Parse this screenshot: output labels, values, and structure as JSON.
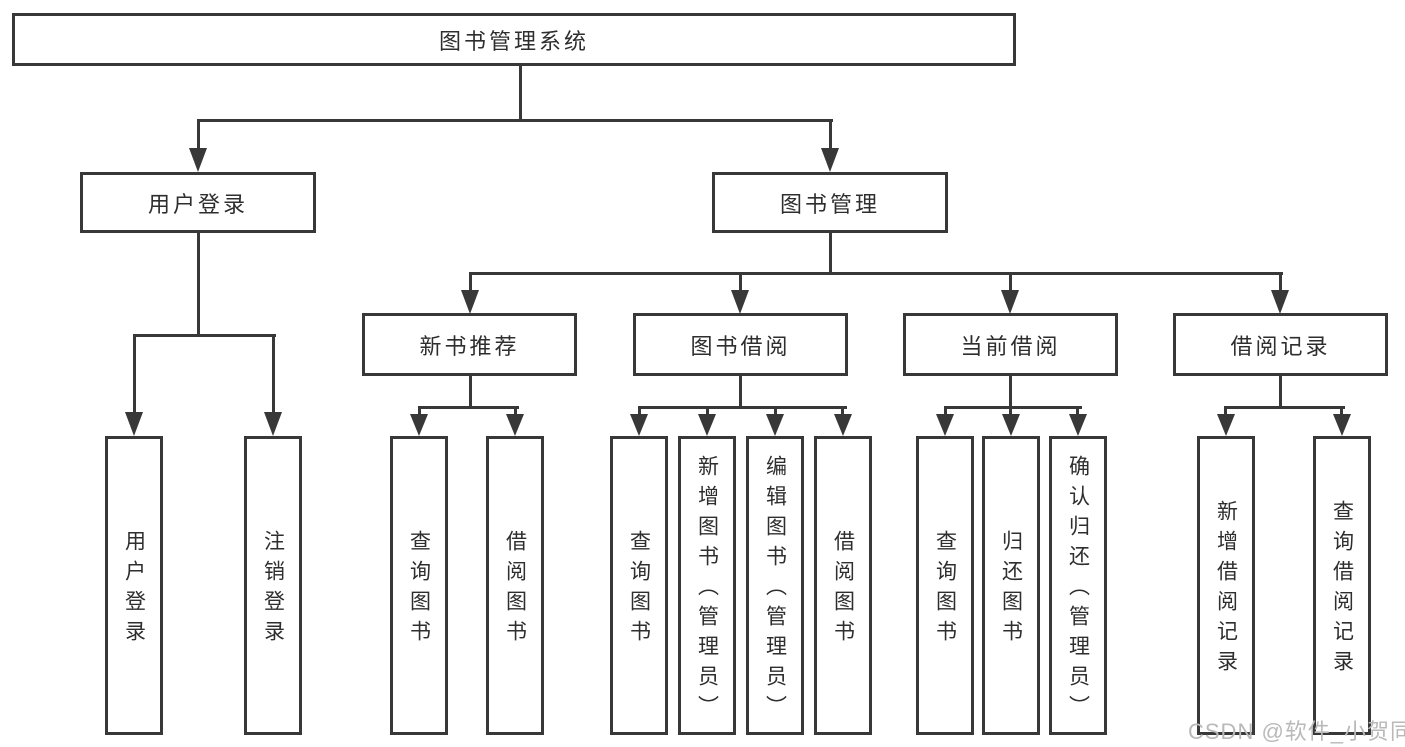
{
  "diagram": {
    "root": "图书管理系统",
    "level2": {
      "user_login": "用户登录",
      "book_management": "图书管理"
    },
    "level3": {
      "new_book_recommendation": "新书推荐",
      "book_borrowing": "图书借阅",
      "current_borrowing": "当前借阅",
      "borrowing_records": "借阅记录"
    },
    "leaves": {
      "a1": "用户登录",
      "a2": "注销登录",
      "b1": "查询图书",
      "b2": "借阅图书",
      "c1": "查询图书",
      "c2": "新增图书（管理员）",
      "c3": "编辑图书（管理员）",
      "c4": "借阅图书",
      "d1": "查询图书",
      "d2": "归还图书",
      "d3": "确认归还（管理员）",
      "e1": "新增借阅记录",
      "e2": "查询借阅记录"
    }
  },
  "watermark": "CSDN @软件_小贺同学",
  "colors": {
    "line": "#383838",
    "text": "#2e2e2e",
    "watermark": "#b9b9b9",
    "background": "#ffffff"
  }
}
